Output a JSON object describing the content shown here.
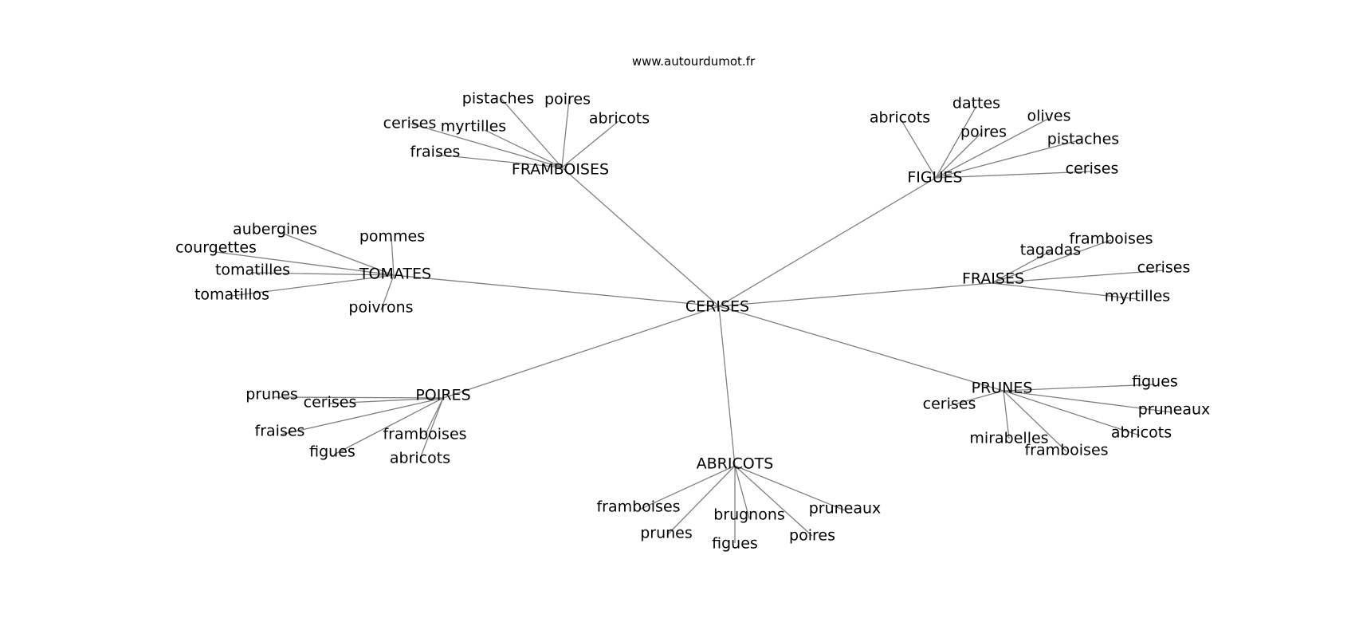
{
  "source": "www.autourdumot.fr",
  "center": "CERISES",
  "hubs": [
    {
      "label": "FRAMBOISES",
      "leaves": [
        "pistaches",
        "poires",
        "abricots",
        "cerises",
        "myrtilles",
        "fraises"
      ]
    },
    {
      "label": "FIGUES",
      "leaves": [
        "abricots",
        "dattes",
        "olives",
        "poires",
        "pistaches",
        "cerises"
      ]
    },
    {
      "label": "TOMATES",
      "leaves": [
        "aubergines",
        "pommes",
        "courgettes",
        "tomatilles",
        "tomatillos",
        "poivrons"
      ]
    },
    {
      "label": "FRAISES",
      "leaves": [
        "framboises",
        "tagadas",
        "cerises",
        "myrtilles"
      ]
    },
    {
      "label": "POIRES",
      "leaves": [
        "prunes",
        "cerises",
        "fraises",
        "figues",
        "framboises",
        "abricots"
      ]
    },
    {
      "label": "PRUNES",
      "leaves": [
        "figues",
        "cerises",
        "pruneaux",
        "abricots",
        "mirabelles",
        "framboises"
      ]
    },
    {
      "label": "ABRICOTS",
      "leaves": [
        "framboises",
        "prunes",
        "brugnons",
        "figues",
        "poires",
        "pruneaux"
      ]
    }
  ]
}
